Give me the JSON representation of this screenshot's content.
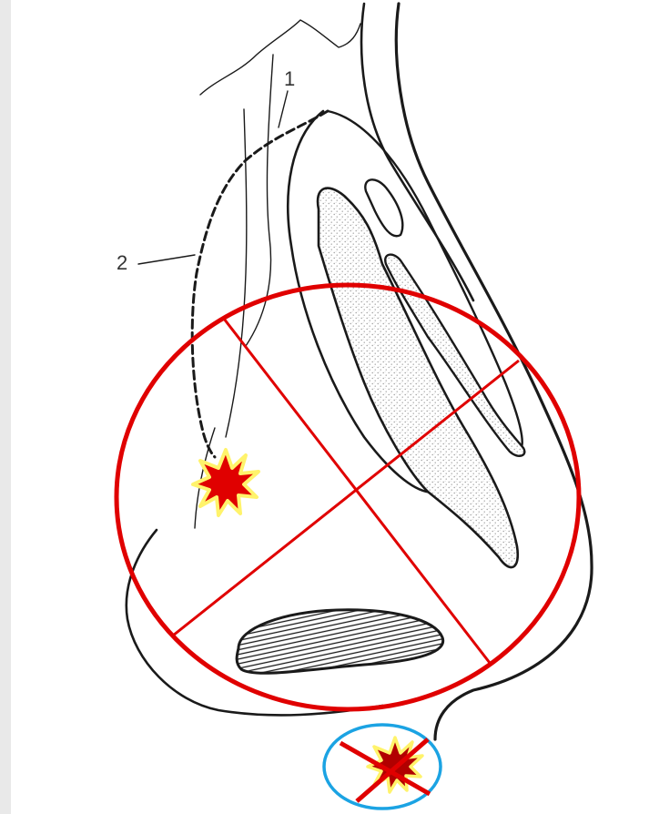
{
  "labels": {
    "label_1": "1",
    "label_2": "2"
  },
  "colors": {
    "background": "#ffffff",
    "ink": "#1a1a1a",
    "stipple": "#d6d6d6",
    "marker_red": "#e00000",
    "starburst_fill": "#e00000",
    "starburst_outline": "#fff36b",
    "small_circle": "#1ba3e3"
  },
  "icons": {
    "large_marker": "red-circle-with-cross-lines",
    "starburst": "starburst-icon",
    "small_marker": "crossed-out-starburst-in-blue-circle"
  }
}
